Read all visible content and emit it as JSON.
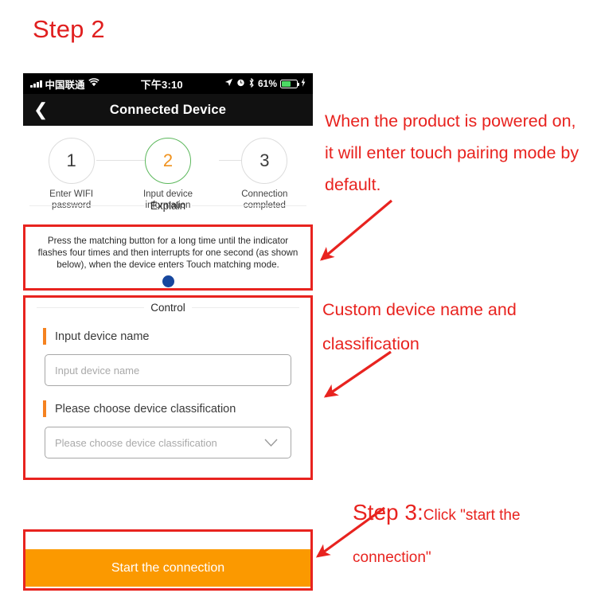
{
  "page": {
    "step_title": "Step 2"
  },
  "phone": {
    "statusbar": {
      "carrier": "中国联通",
      "signal_icon": "signal-bars-icon",
      "wifi_icon": "wifi-icon",
      "time": "下午3:10",
      "location_icon": "location-arrow-icon",
      "alarm_icon": "alarm-clock-icon",
      "bluetooth_icon": "bluetooth-icon",
      "battery_percent": "61%",
      "battery_icon": "battery-icon",
      "charging_icon": "lightning-bolt-icon"
    },
    "navbar": {
      "back_icon": "chevron-left-icon",
      "title": "Connected Device"
    },
    "stepper": {
      "steps": [
        {
          "number": "1",
          "label": "Enter WIFI password",
          "active": false
        },
        {
          "number": "2",
          "label": "Input device information",
          "active": true
        },
        {
          "number": "3",
          "label": "Connection completed",
          "active": false
        }
      ]
    },
    "explain_section": {
      "heading": "Explain",
      "body": "Press the matching button for a long time until the indicator flashes four times and then interrupts for one second (as shown below), when the device enters Touch matching mode.",
      "page_dot": "page-indicator-dot"
    },
    "control_section": {
      "heading": "Control",
      "name_field": {
        "label": "Input device name",
        "placeholder": "Input device name",
        "value": ""
      },
      "classification_field": {
        "label": "Please choose device classification",
        "placeholder": "Please choose device classification",
        "value": "",
        "chevron_icon": "chevron-down-icon"
      }
    },
    "cta_button": {
      "label": "Start the connection"
    }
  },
  "annotations": {
    "note1": "When the product is powered on, it will enter touch pairing mode by default.",
    "note2": "Custom device name and classification",
    "note3_big": "Step 3:",
    "note3_small": "Click \"start the connection\""
  },
  "colors": {
    "annotation_red": "#e8231f",
    "accent_orange": "#f58220",
    "button_orange": "#fb9900",
    "active_step_green": "#5cb85c",
    "active_step_number": "#f0921e",
    "dot_blue": "#17479e",
    "battery_green": "#4cd964"
  }
}
